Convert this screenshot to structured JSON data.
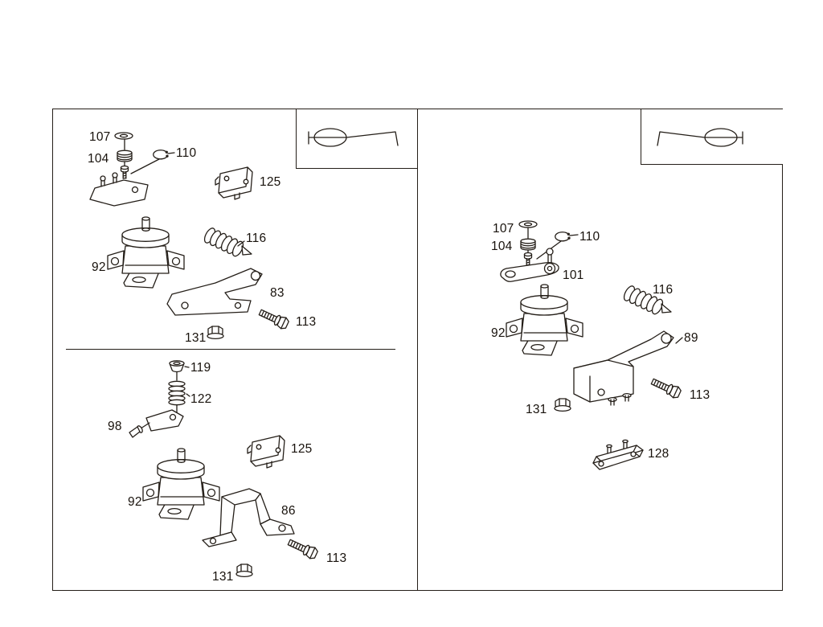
{
  "diagram": {
    "background_color": "#ffffff",
    "line_color": "#241e18",
    "insets": {
      "left": {
        "icon": "mount-orientation-icon"
      },
      "right": {
        "icon": "mount-orientation-icon-mirrored"
      }
    },
    "sections": {
      "left_top": {
        "callouts": {
          "washer": "107",
          "grommet": "104",
          "snap_ring": "110",
          "plate": "125",
          "spring": "116",
          "mount": "92",
          "bracket": "83",
          "bolt": "113",
          "nut": "131"
        }
      },
      "left_bottom": {
        "callouts": {
          "bushing": "119",
          "spring": "122",
          "bracket_small": "98",
          "plate": "125",
          "mount": "92",
          "bracket": "86",
          "bolt": "113",
          "nut": "131"
        }
      },
      "right": {
        "callouts": {
          "washer": "107",
          "grommet": "104",
          "snap_ring": "110",
          "bracket_small": "101",
          "spring": "116",
          "mount": "92",
          "bracket": "89",
          "bolt": "113",
          "nut": "131",
          "plate": "128"
        }
      }
    }
  }
}
